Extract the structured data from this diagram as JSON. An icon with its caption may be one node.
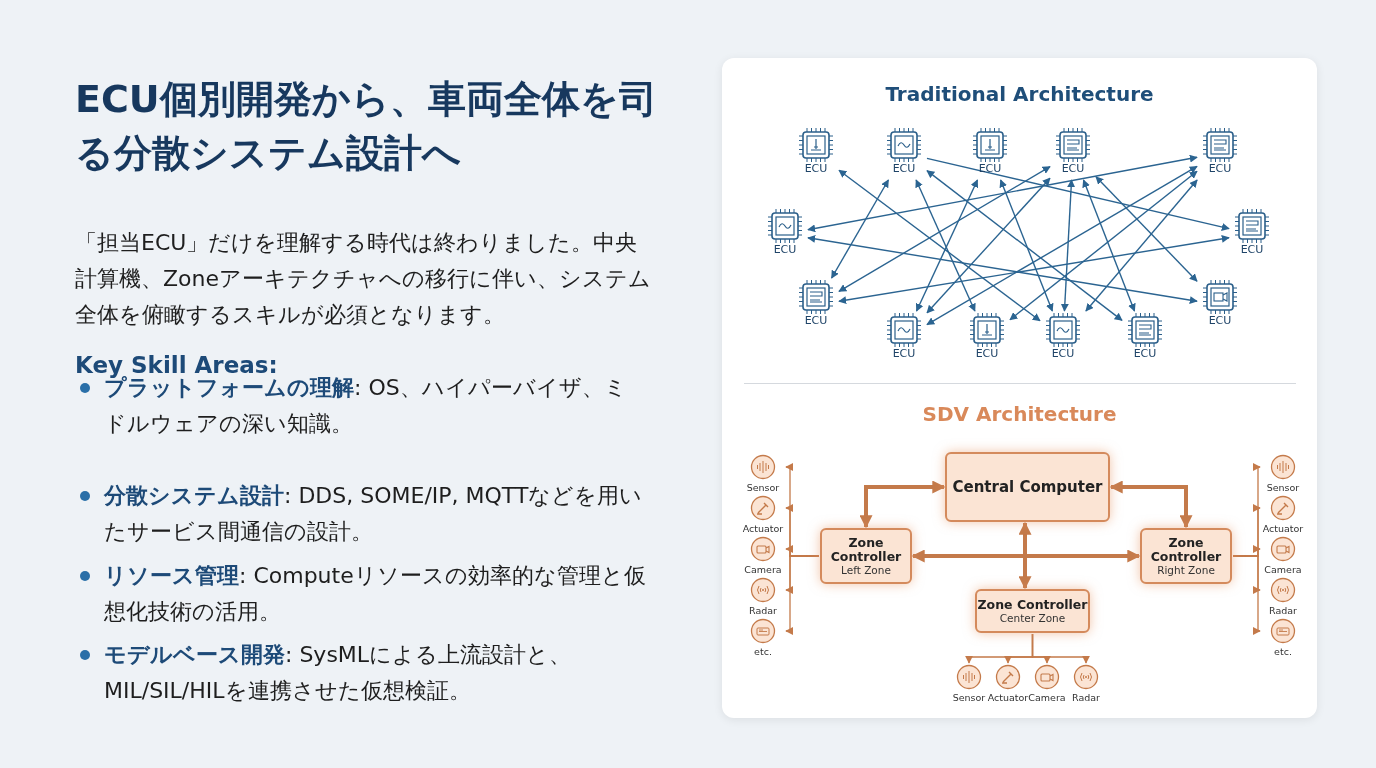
{
  "diagram": {
    "title": "ECU個別開発から、車両全体を司る分散システム設計へ",
    "nodes": [
      {
        "text": [
          "ECU"
        ]
      },
      {
        "text": [
          "ECU"
        ]
      },
      {
        "text": [
          "ECU"
        ]
      },
      {
        "text": [
          "ECU"
        ]
      },
      {
        "text": [
          "ECU"
        ]
      },
      {
        "text": [
          "ECU"
        ]
      },
      {
        "text": [
          "ECU"
        ]
      },
      {
        "text": [
          "ECU"
        ]
      },
      {
        "text": [
          "ECU"
        ]
      },
      {
        "text": [
          "ECU"
        ]
      },
      {
        "text": [
          "ECU"
        ]
      },
      {
        "text": [
          "ECU"
        ]
      },
      {
        "text": [
          "ECU"
        ]
      },
      {
        "text": [
          "Central Computer"
        ]
      },
      {
        "text": [
          "Zone Controller",
          "Left Zone"
        ]
      },
      {
        "text": [
          "Zone Controller",
          "Right Zone"
        ]
      },
      {
        "text": [
          "Zone Controller",
          "Center Zone"
        ]
      },
      {
        "text": [
          "Sensor"
        ]
      },
      {
        "text": [
          "Actuator"
        ]
      },
      {
        "text": [
          "Camera"
        ]
      },
      {
        "text": [
          "Radar"
        ]
      },
      {
        "text": [
          "etc."
        ]
      },
      {
        "text": [
          "Sensor"
        ]
      },
      {
        "text": [
          "Actuator"
        ]
      },
      {
        "text": [
          "Camera"
        ]
      },
      {
        "text": [
          "Radar"
        ]
      },
      {
        "text": [
          "etc."
        ]
      },
      {
        "text": [
          "Sensor"
        ]
      },
      {
        "text": [
          "Actuator"
        ]
      },
      {
        "text": [
          "Camera"
        ]
      },
      {
        "text": [
          "Radar"
        ]
      }
    ],
    "edges": [
      {
        "from": 0,
        "to": 11,
        "arrow": "both"
      },
      {
        "from": 1,
        "to": 12,
        "arrow": "both"
      },
      {
        "from": 1,
        "to": 7,
        "arrow": "both"
      },
      {
        "from": 1,
        "to": 10,
        "arrow": "both"
      },
      {
        "from": 1,
        "to": 6,
        "arrow": "to"
      },
      {
        "from": 2,
        "to": 9,
        "arrow": "both"
      },
      {
        "from": 2,
        "to": 11,
        "arrow": "both"
      },
      {
        "from": 3,
        "to": 7,
        "arrow": "both"
      },
      {
        "from": 3,
        "to": 11,
        "arrow": "both"
      },
      {
        "from": 3,
        "to": 12,
        "arrow": "both"
      },
      {
        "from": 3,
        "to": 8,
        "arrow": "both"
      },
      {
        "from": 4,
        "to": 5,
        "arrow": "both"
      },
      {
        "from": 4,
        "to": 9,
        "arrow": "both"
      },
      {
        "from": 4,
        "to": 10,
        "arrow": "both"
      },
      {
        "from": 4,
        "to": 11,
        "arrow": "both"
      },
      {
        "from": 5,
        "to": 8,
        "arrow": "both"
      },
      {
        "from": 6,
        "to": 7,
        "arrow": "both"
      },
      {
        "from": 9,
        "to": 3,
        "arrow": "both"
      },
      {
        "from": 13,
        "to": 14,
        "arrow": "both",
        "style": "thick",
        "color": "#c47a4a"
      },
      {
        "from": 13,
        "to": 15,
        "arrow": "both",
        "style": "thick",
        "color": "#c47a4a"
      },
      {
        "from": 14,
        "to": 15,
        "arrow": "both",
        "style": "thick",
        "color": "#c47a4a"
      },
      {
        "from": 13,
        "to": 16,
        "arrow": "both",
        "style": "thick",
        "color": "#c47a4a"
      },
      {
        "from": 14,
        "to": 17,
        "arrow": "to",
        "color": "#c47a4a"
      },
      {
        "from": 14,
        "to": 18,
        "arrow": "to",
        "color": "#c47a4a"
      },
      {
        "from": 14,
        "to": 19,
        "arrow": "to",
        "color": "#c47a4a"
      },
      {
        "from": 14,
        "to": 20,
        "arrow": "to",
        "color": "#c47a4a"
      },
      {
        "from": 14,
        "to": 21,
        "arrow": "to",
        "color": "#c47a4a"
      },
      {
        "from": 15,
        "to": 22,
        "arrow": "to",
        "color": "#c47a4a"
      },
      {
        "from": 15,
        "to": 23,
        "arrow": "to",
        "color": "#c47a4a"
      },
      {
        "from": 15,
        "to": 24,
        "arrow": "to",
        "color": "#c47a4a"
      },
      {
        "from": 15,
        "to": 25,
        "arrow": "to",
        "color": "#c47a4a"
      },
      {
        "from": 15,
        "to": 26,
        "arrow": "to",
        "color": "#c47a4a"
      },
      {
        "from": 16,
        "to": 27,
        "arrow": "to",
        "color": "#c47a4a"
      },
      {
        "from": 16,
        "to": 28,
        "arrow": "to",
        "color": "#c47a4a"
      },
      {
        "from": 16,
        "to": 29,
        "arrow": "to",
        "color": "#c47a4a"
      },
      {
        "from": 16,
        "to": 30,
        "arrow": "to",
        "color": "#c47a4a"
      }
    ],
    "labels": [
      "「担当ECU」だけを理解する時代は終わりました。中央計算機、Zoneアーキテクチャへの移行に伴い、システム全体を俯瞰するスキルが必須となります。",
      "Key Skill Areas:",
      "**プラットフォームの理解**: OS、ハイパーバイザ、ミドルウェアの深い知識。",
      "**分散システム設計**: DDS, SOME/IP, MQTTなどを用いたサービス間通信の設計。",
      "**リソース管理**: Computeリソースの効率的な管理と仮想化技術の活用。",
      "**モデルベース開発**: SysMLによる上流設計と、MIL/SIL/HILを連携させた仮想検証。",
      "Traditional Architecture",
      "SDV Architecture"
    ]
  }
}
